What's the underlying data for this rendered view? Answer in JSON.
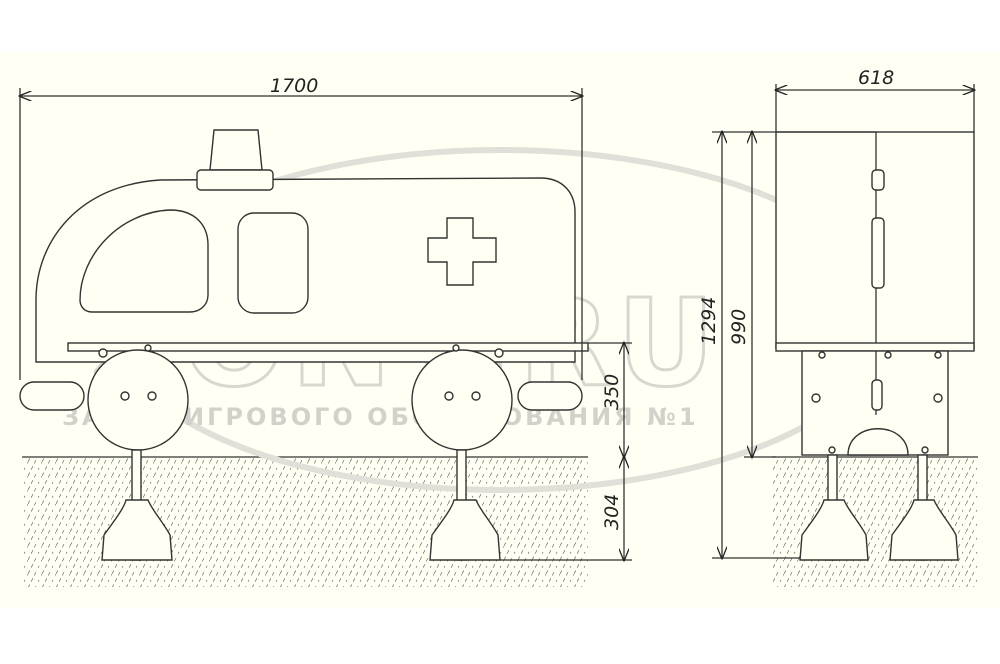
{
  "dimensions": {
    "overall_length": "1700",
    "overall_width": "618",
    "overall_height": "1294",
    "seat_height": "990",
    "axle_height": "350",
    "foundation_depth": "304"
  },
  "watermark": {
    "brand": "ZONT.RU",
    "tagline": "ЗАВОД ИГРОВОГО ОБОРУДОВАНИЯ №1",
    "registered_mark": "®"
  },
  "colors": {
    "paper": "#fffff3",
    "line": "#333333",
    "watermark": "#d8d8d0"
  }
}
